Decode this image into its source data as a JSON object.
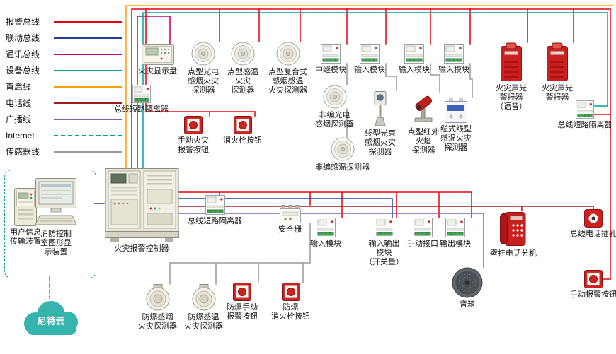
{
  "palette": {
    "alarm_bus": "#e60012",
    "linkage_bus": "#24409a",
    "comm_bus": "#c4007a",
    "device_bus": "#00a19b",
    "direct_line": "#f5a100",
    "phone_line": "#9e1b20",
    "broadcast_line": "#8a5ba5",
    "internet_line": "#00a19b",
    "sensor_line": "#9a9a9a"
  },
  "legend": {
    "items": [
      {
        "label": "报警总线",
        "color": "#e60012",
        "style": "solid"
      },
      {
        "label": "联动总线",
        "color": "#24409a",
        "style": "solid"
      },
      {
        "label": "通讯总线",
        "color": "#c4007a",
        "style": "solid"
      },
      {
        "label": "设备总线",
        "color": "#00a19b",
        "style": "solid"
      },
      {
        "label": "直启线",
        "color": "#f5a100",
        "style": "solid"
      },
      {
        "label": "电话线",
        "color": "#9e1b20",
        "style": "solid"
      },
      {
        "label": "广播线",
        "color": "#8a5ba5",
        "style": "solid"
      },
      {
        "label": "Internet",
        "color": "#00a19b",
        "style": "dashed"
      },
      {
        "label": "传感器线",
        "color": "#9a9a9a",
        "style": "solid"
      }
    ]
  },
  "devices": {
    "fire_display_panel": {
      "label": "火灾显示盘"
    },
    "point_smoke": {
      "label": "点型光电\n感烟火灾\n探测器"
    },
    "point_heat": {
      "label": "点型感温\n火灾\n探测器"
    },
    "point_combo": {
      "label": "点型复合式\n感烟感温\n火灾探测器"
    },
    "relay_module": {
      "label": "中继模块"
    },
    "input_module_1": {
      "label": "输入模块"
    },
    "input_module_2": {
      "label": "输入模块"
    },
    "input_module_3": {
      "label": "输入模块"
    },
    "av_alarm_voice": {
      "label": "火灾声光\n警报器\n（语音）"
    },
    "av_alarm": {
      "label": "火灾声光\n警报器"
    },
    "isolator_top": {
      "label": "总线短路隔离器"
    },
    "manual_fire_button": {
      "label": "手动火灾\n报警按钮"
    },
    "hydrant_button": {
      "label": "消火栓按钮"
    },
    "nc_smoke": {
      "label": "非编光电\n感烟探测器"
    },
    "beam_detector": {
      "label": "线型光束\n感烟火灾\n探测器"
    },
    "flame_detector": {
      "label": "点型红外\n火焰\n探测器"
    },
    "cable_heat": {
      "label": "缆式线型\n感温火灾\n探测器"
    },
    "isolator_right": {
      "label": "总线短路隔离器"
    },
    "nc_heat": {
      "label": "非编感温探测器"
    },
    "transmitter": {
      "label": "用户信息\n传输装置"
    },
    "graphic_display": {
      "label": "消防控制\n室图形显\n示装置"
    },
    "controller": {
      "label": "火灾报警控制器"
    },
    "isolator_mid": {
      "label": "总线短路隔离器"
    },
    "safety_barrier": {
      "label": "安全栅"
    },
    "input_module_4": {
      "label": "输入模块"
    },
    "io_module": {
      "label": "输入输出\n模块\n（开关量）"
    },
    "manual_interface": {
      "label": "手动接口"
    },
    "output_module": {
      "label": "输出模块"
    },
    "wall_phone": {
      "label": "壁挂电话分机"
    },
    "phone_jack": {
      "label": "总线电话插孔"
    },
    "manual_alarm_button": {
      "label": "手动报警按钮"
    },
    "speaker": {
      "label": "音箱"
    },
    "ex_smoke": {
      "label": "防爆感烟\n火灾探测器"
    },
    "ex_heat": {
      "label": "防爆感温\n火灾探测器"
    },
    "ex_manual_button": {
      "label": "防爆手动\n报警按钮"
    },
    "ex_hydrant_button": {
      "label": "防爆\n消火栓按钮"
    }
  },
  "cloud": {
    "label": "尼特云"
  }
}
